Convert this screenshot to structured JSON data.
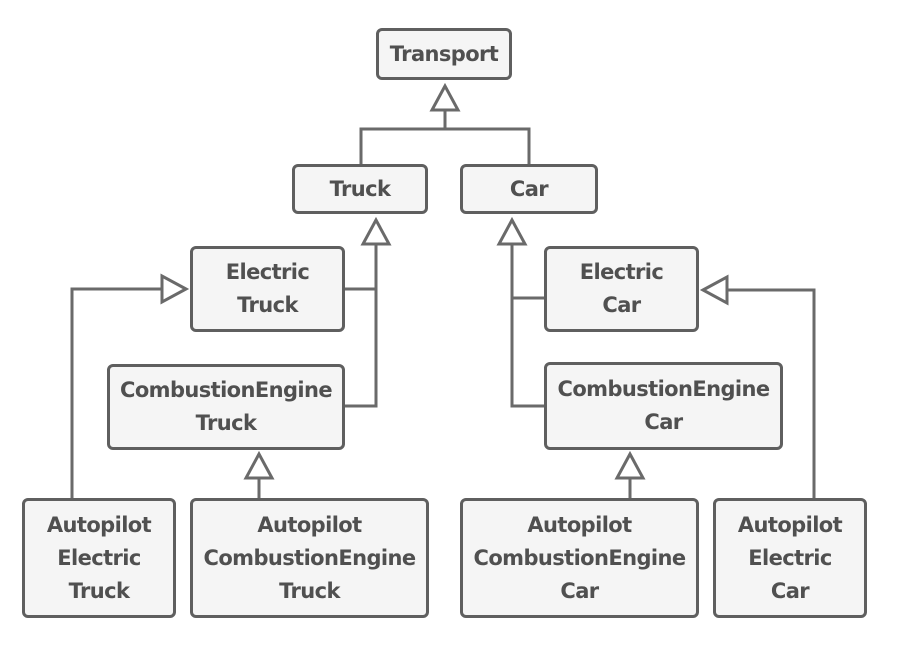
{
  "diagram": {
    "type": "class-inheritance",
    "colors": {
      "box_fill": "#f5f5f5",
      "box_border": "#5f5f5f",
      "text": "#505050",
      "connector": "#6a6a6a"
    },
    "nodes": {
      "transport": {
        "lines": [
          "Transport"
        ]
      },
      "truck": {
        "lines": [
          "Truck"
        ]
      },
      "car": {
        "lines": [
          "Car"
        ]
      },
      "electric_truck": {
        "lines": [
          "Electric",
          "Truck"
        ]
      },
      "combustion_truck": {
        "lines": [
          "CombustionEngine",
          "Truck"
        ]
      },
      "electric_car": {
        "lines": [
          "Electric",
          "Car"
        ]
      },
      "combustion_car": {
        "lines": [
          "CombustionEngine",
          "Car"
        ]
      },
      "autopilot_electric_truck": {
        "lines": [
          "Autopilot",
          "Electric",
          "Truck"
        ]
      },
      "autopilot_combustion_truck": {
        "lines": [
          "Autopilot",
          "CombustionEngine",
          "Truck"
        ]
      },
      "autopilot_combustion_car": {
        "lines": [
          "Autopilot",
          "CombustionEngine",
          "Car"
        ]
      },
      "autopilot_electric_car": {
        "lines": [
          "Autopilot",
          "Electric",
          "Car"
        ]
      }
    },
    "edges": [
      {
        "from": "Truck",
        "to": "Transport",
        "kind": "inheritance"
      },
      {
        "from": "Car",
        "to": "Transport",
        "kind": "inheritance"
      },
      {
        "from": "ElectricTruck",
        "to": "Truck",
        "kind": "inheritance"
      },
      {
        "from": "CombustionEngineTruck",
        "to": "Truck",
        "kind": "inheritance"
      },
      {
        "from": "ElectricCar",
        "to": "Car",
        "kind": "inheritance"
      },
      {
        "from": "CombustionEngineCar",
        "to": "Car",
        "kind": "inheritance"
      },
      {
        "from": "AutopilotElectricTruck",
        "to": "ElectricTruck",
        "kind": "inheritance"
      },
      {
        "from": "AutopilotCombustionEngineTruck",
        "to": "CombustionEngineTruck",
        "kind": "inheritance"
      },
      {
        "from": "AutopilotCombustionEngineCar",
        "to": "CombustionEngineCar",
        "kind": "inheritance"
      },
      {
        "from": "AutopilotElectricCar",
        "to": "ElectricCar",
        "kind": "inheritance"
      }
    ]
  }
}
